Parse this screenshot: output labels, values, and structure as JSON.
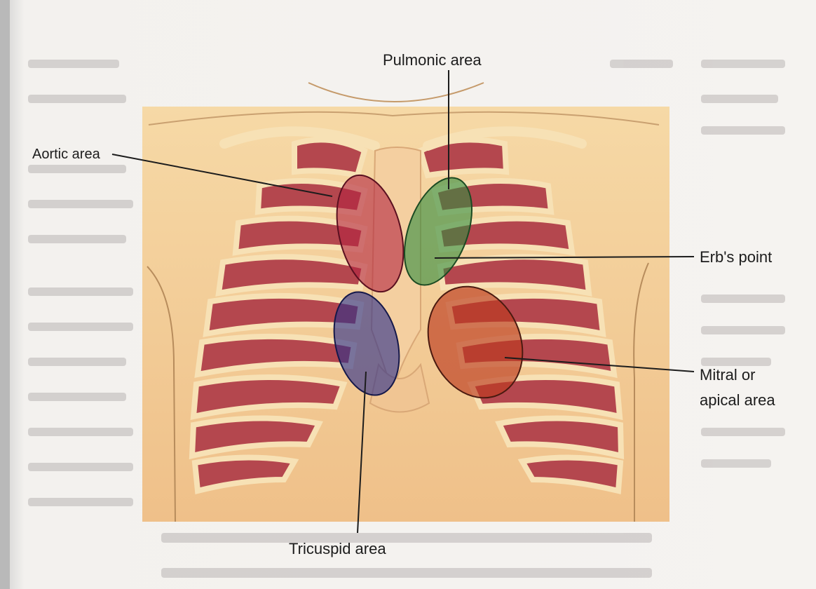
{
  "labels": {
    "pulmonic": "Pulmonic area",
    "aortic": "Aortic area",
    "erbs": "Erb's point",
    "mitral_line1": "Mitral or",
    "mitral_line2": "apical area",
    "tricuspid": "Tricuspid area"
  },
  "colors": {
    "aortic": "#b3233f",
    "pulmonic": "#2f8c3e",
    "tricuspid": "#2b2f8a",
    "mitral": "#bb3a1e",
    "skin": "#f1c48a",
    "rib": "#f7e1b5",
    "muscle": "#b4474e"
  }
}
